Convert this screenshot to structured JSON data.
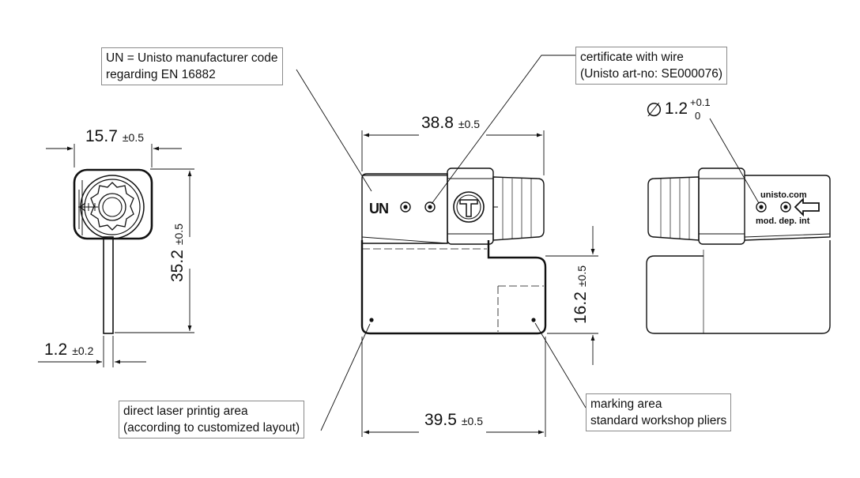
{
  "callouts": {
    "un_code": {
      "line1": "UN = Unisto manufacturer code",
      "line2": "regarding EN 16882"
    },
    "certificate": {
      "line1": "certificate with wire",
      "line2": "(Unisto art-no: SE000076)"
    },
    "laser": {
      "line1": "direct laser printig area",
      "line2": "(according to customized layout)"
    },
    "marking": {
      "line1": "marking area",
      "line2": "standard workshop pliers"
    }
  },
  "dimensions": {
    "side_width": {
      "value": "15.7",
      "tol": "±0.5"
    },
    "side_height": {
      "value": "35.2",
      "tol": "±0.5"
    },
    "wire_thickness": {
      "value": "1.2",
      "tol": "±0.2"
    },
    "top_width": {
      "value": "38.8",
      "tol": "±0.5"
    },
    "bottom_width": {
      "value": "39.5",
      "tol": "±0.5"
    },
    "plate_height": {
      "value": "16.2",
      "tol": "±0.5"
    },
    "hole_diameter": {
      "symbol": "∅",
      "value": "1.2",
      "tol_upper": "+0.1",
      "tol_lower": "0"
    }
  },
  "markings": {
    "un_logo": "UN",
    "website": "unisto.com",
    "tagline": "mod. dep. int"
  }
}
